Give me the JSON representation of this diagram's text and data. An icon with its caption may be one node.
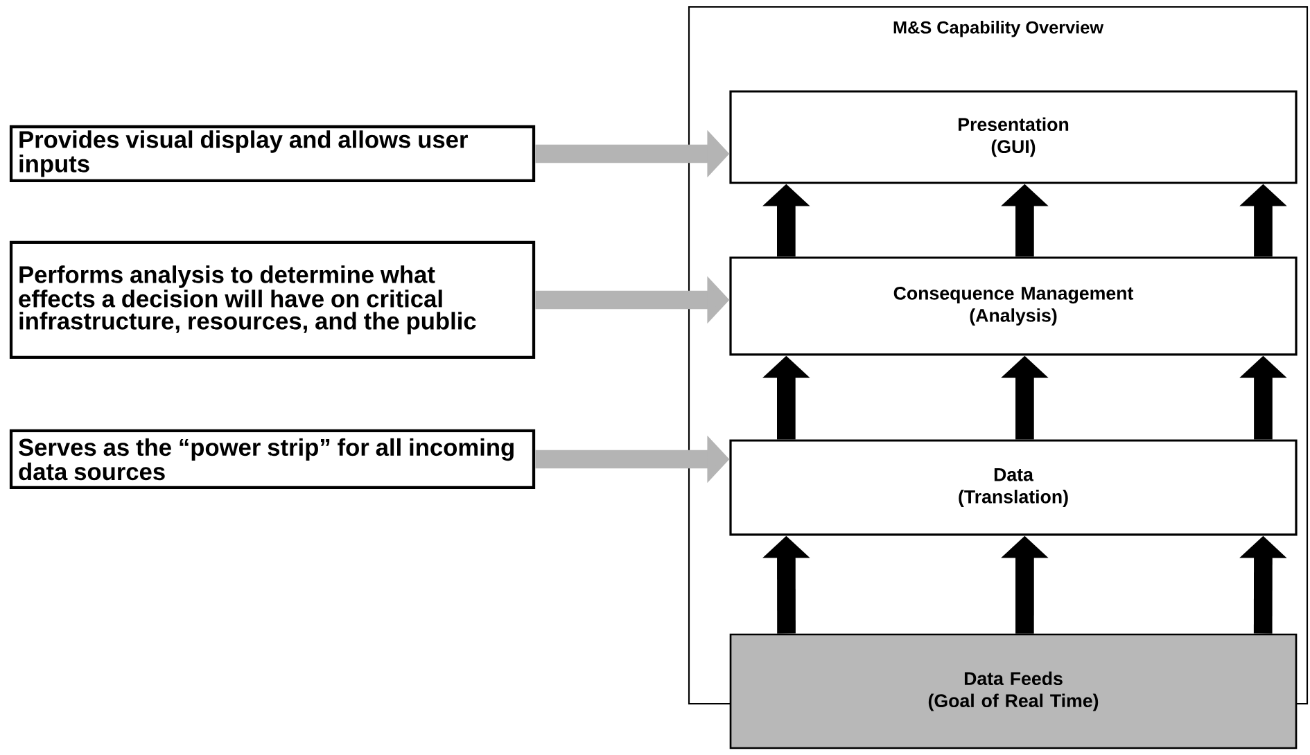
{
  "diagram": {
    "nodes": [
      {
        "text": [
          "M&S Capability Overview"
        ]
      },
      {
        "text": [
          "Presentation",
          "(GUI)"
        ],
        "in": 0
      },
      {
        "text": [
          "Consequence Management",
          "(Analysis)"
        ],
        "in": 0
      },
      {
        "text": [
          "Data",
          "(Translation)"
        ],
        "in": 0
      },
      {
        "text": [
          "Data Feeds",
          "(Goal of Real Time)"
        ]
      },
      {
        "text": [
          "Provides visual display and allows user inputs"
        ]
      },
      {
        "text": [
          "Performs analysis to determine what effects a decision will have on critical infrastructure, resources, and the public"
        ]
      },
      {
        "text": [
          "Serves as the “power strip” for all incoming data sources"
        ]
      }
    ],
    "edges": [
      {
        "from": 5,
        "to": 1,
        "arrow": "to",
        "color": "#b4b4b4"
      },
      {
        "from": 6,
        "to": 2,
        "arrow": "to",
        "color": "#b4b4b4"
      },
      {
        "from": 7,
        "to": 3,
        "arrow": "to",
        "color": "#b4b4b4"
      },
      {
        "from": 2,
        "to": 1,
        "arrow": "to"
      },
      {
        "from": 2,
        "to": 1,
        "arrow": "to"
      },
      {
        "from": 2,
        "to": 1,
        "arrow": "to"
      },
      {
        "from": 3,
        "to": 2,
        "arrow": "to"
      },
      {
        "from": 3,
        "to": 2,
        "arrow": "to"
      },
      {
        "from": 3,
        "to": 2,
        "arrow": "to"
      },
      {
        "from": 4,
        "to": 3,
        "arrow": "to"
      },
      {
        "from": 4,
        "to": 3,
        "arrow": "to"
      },
      {
        "from": 4,
        "to": 3,
        "arrow": "to"
      }
    ]
  }
}
